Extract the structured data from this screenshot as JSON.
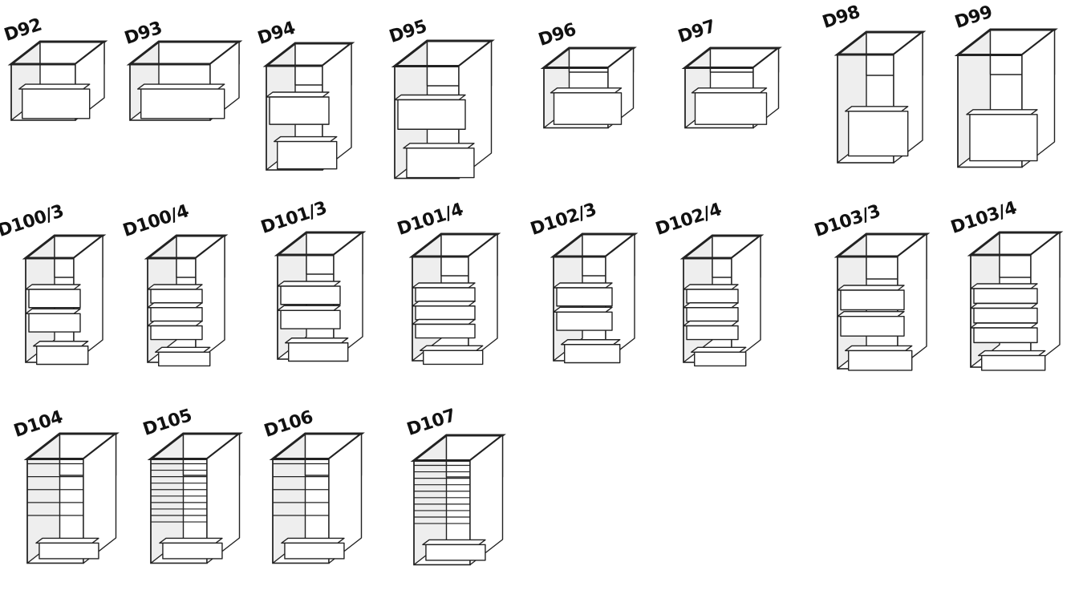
{
  "cabinets": [
    {
      "code": "D92"
    },
    {
      "code": "D93"
    },
    {
      "code": "D94"
    },
    {
      "code": "D95"
    },
    {
      "code": "D96"
    },
    {
      "code": "D97"
    },
    {
      "code": "D98"
    },
    {
      "code": "D99"
    },
    {
      "code": "D100/3"
    },
    {
      "code": "D100/4"
    },
    {
      "code": "D101/3"
    },
    {
      "code": "D101/4"
    },
    {
      "code": "D102/3"
    },
    {
      "code": "D102/4"
    },
    {
      "code": "D103/3"
    },
    {
      "code": "D103/4"
    },
    {
      "code": "D104"
    },
    {
      "code": "D105"
    },
    {
      "code": "D106"
    },
    {
      "code": "D107"
    }
  ]
}
